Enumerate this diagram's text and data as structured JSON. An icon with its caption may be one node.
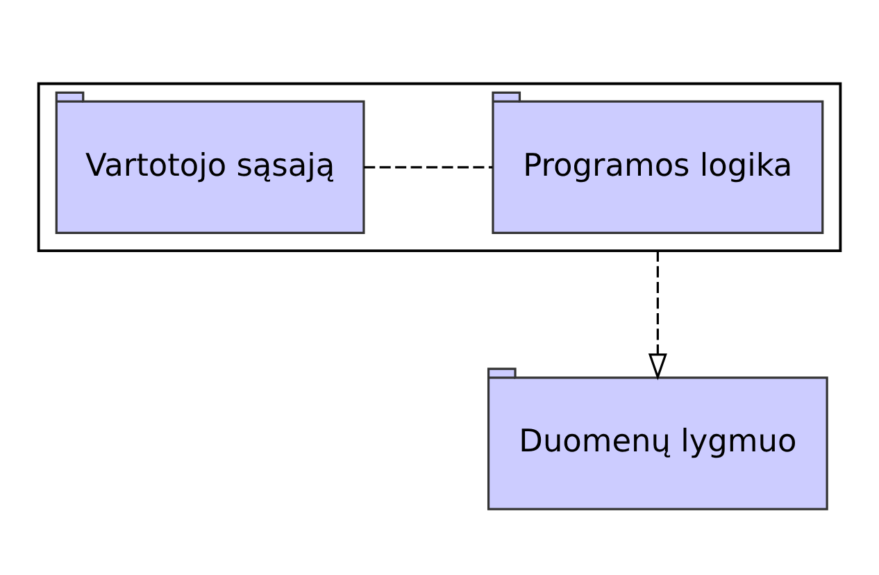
{
  "diagram": {
    "nodes": [
      {
        "text": [],
        "shape": "box"
      },
      {
        "text": [
          "Vartotojo sąsają"
        ],
        "in": 0
      },
      {
        "text": [
          "Programos logika"
        ],
        "in": 0
      },
      {
        "text": [
          "Duomenų lygmuo"
        ]
      }
    ],
    "edges": [
      {
        "from": 1,
        "to": 2,
        "arrow": "none",
        "style": "dashed"
      },
      {
        "from": 0,
        "to": 3,
        "arrow": "to",
        "style": "dashed"
      }
    ]
  }
}
